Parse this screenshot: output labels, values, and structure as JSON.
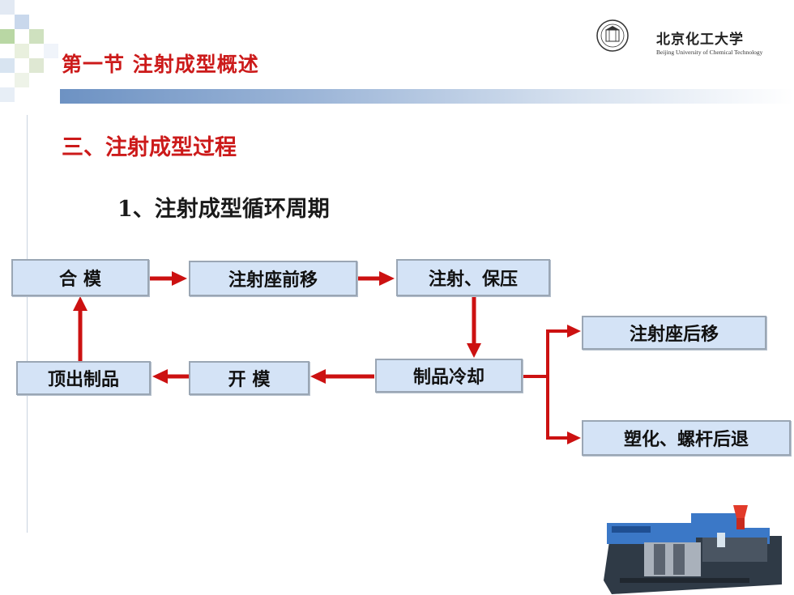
{
  "header": {
    "title": "第一节  注射成型概述"
  },
  "logo": {
    "name_cn": "北京化工大学",
    "name_en": "Beijing University of Chemical Technology"
  },
  "section": {
    "title": "三、注射成型过程",
    "subtitle": "1、注射成型循环周期"
  },
  "flow": {
    "nodes": {
      "mold_close": "合 模",
      "nozzle_forward": "注射座前移",
      "inject_hold": "注射、保压",
      "nozzle_back": "注射座后移",
      "cooling": "制品冷却",
      "plasticize": "塑化、螺杆后退",
      "mold_open": "开  模",
      "eject": "顶出制品"
    }
  },
  "colors": {
    "accent_red": "#cc1a1a",
    "arrow_red": "#cc1111",
    "box_fill": "#d4e3f6",
    "box_border": "#9aa6b4",
    "header_bar": "#6d92c3"
  },
  "icons": {
    "logo": "university-seal-icon",
    "machine": "injection-molding-machine-illustration"
  }
}
